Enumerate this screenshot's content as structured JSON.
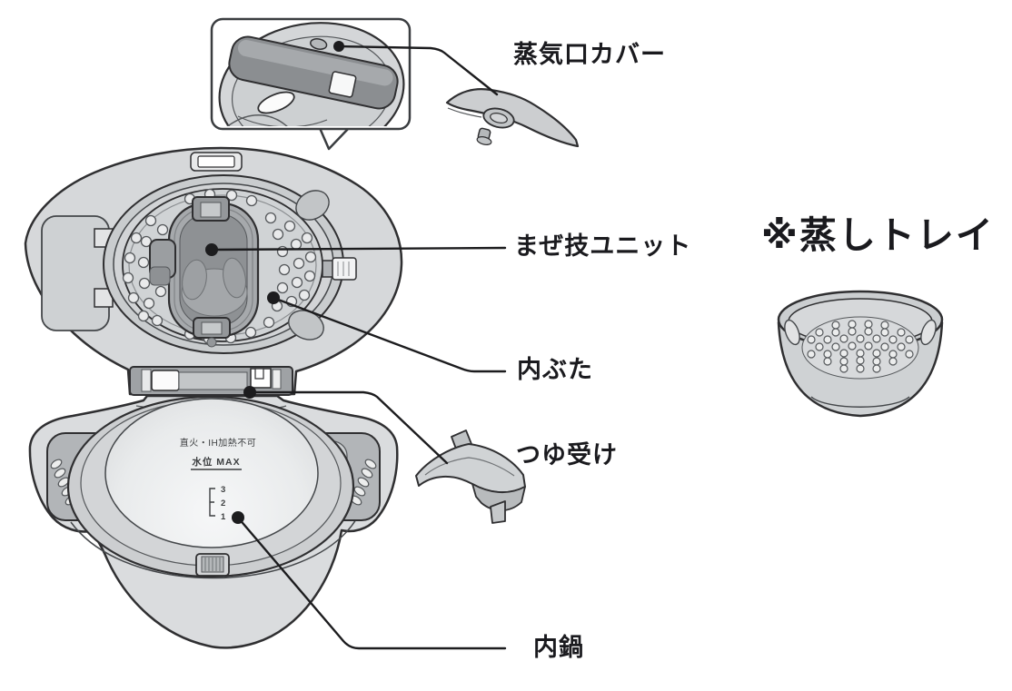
{
  "diagram": {
    "labels": {
      "steam_vent_cover": "蒸気口カバー",
      "mixing_unit": "まぜ技ユニット",
      "steam_tray": "※蒸しトレイ",
      "inner_lid": "内ぶた",
      "drip_catcher": "つゆ受け",
      "inner_pot": "内鍋"
    },
    "inner_pot_markings": {
      "warning": "直火・IH加熱不可",
      "water_level_max": "水位 MAX",
      "water_levels": [
        "3",
        "2",
        "1"
      ]
    },
    "colors": {
      "outline": "#2f2f31",
      "leader_line": "#1c1c1e",
      "body_fill": "#dadcde",
      "dark_part_fill": "#8b8e91",
      "label_text": "#1a1a1e"
    }
  }
}
